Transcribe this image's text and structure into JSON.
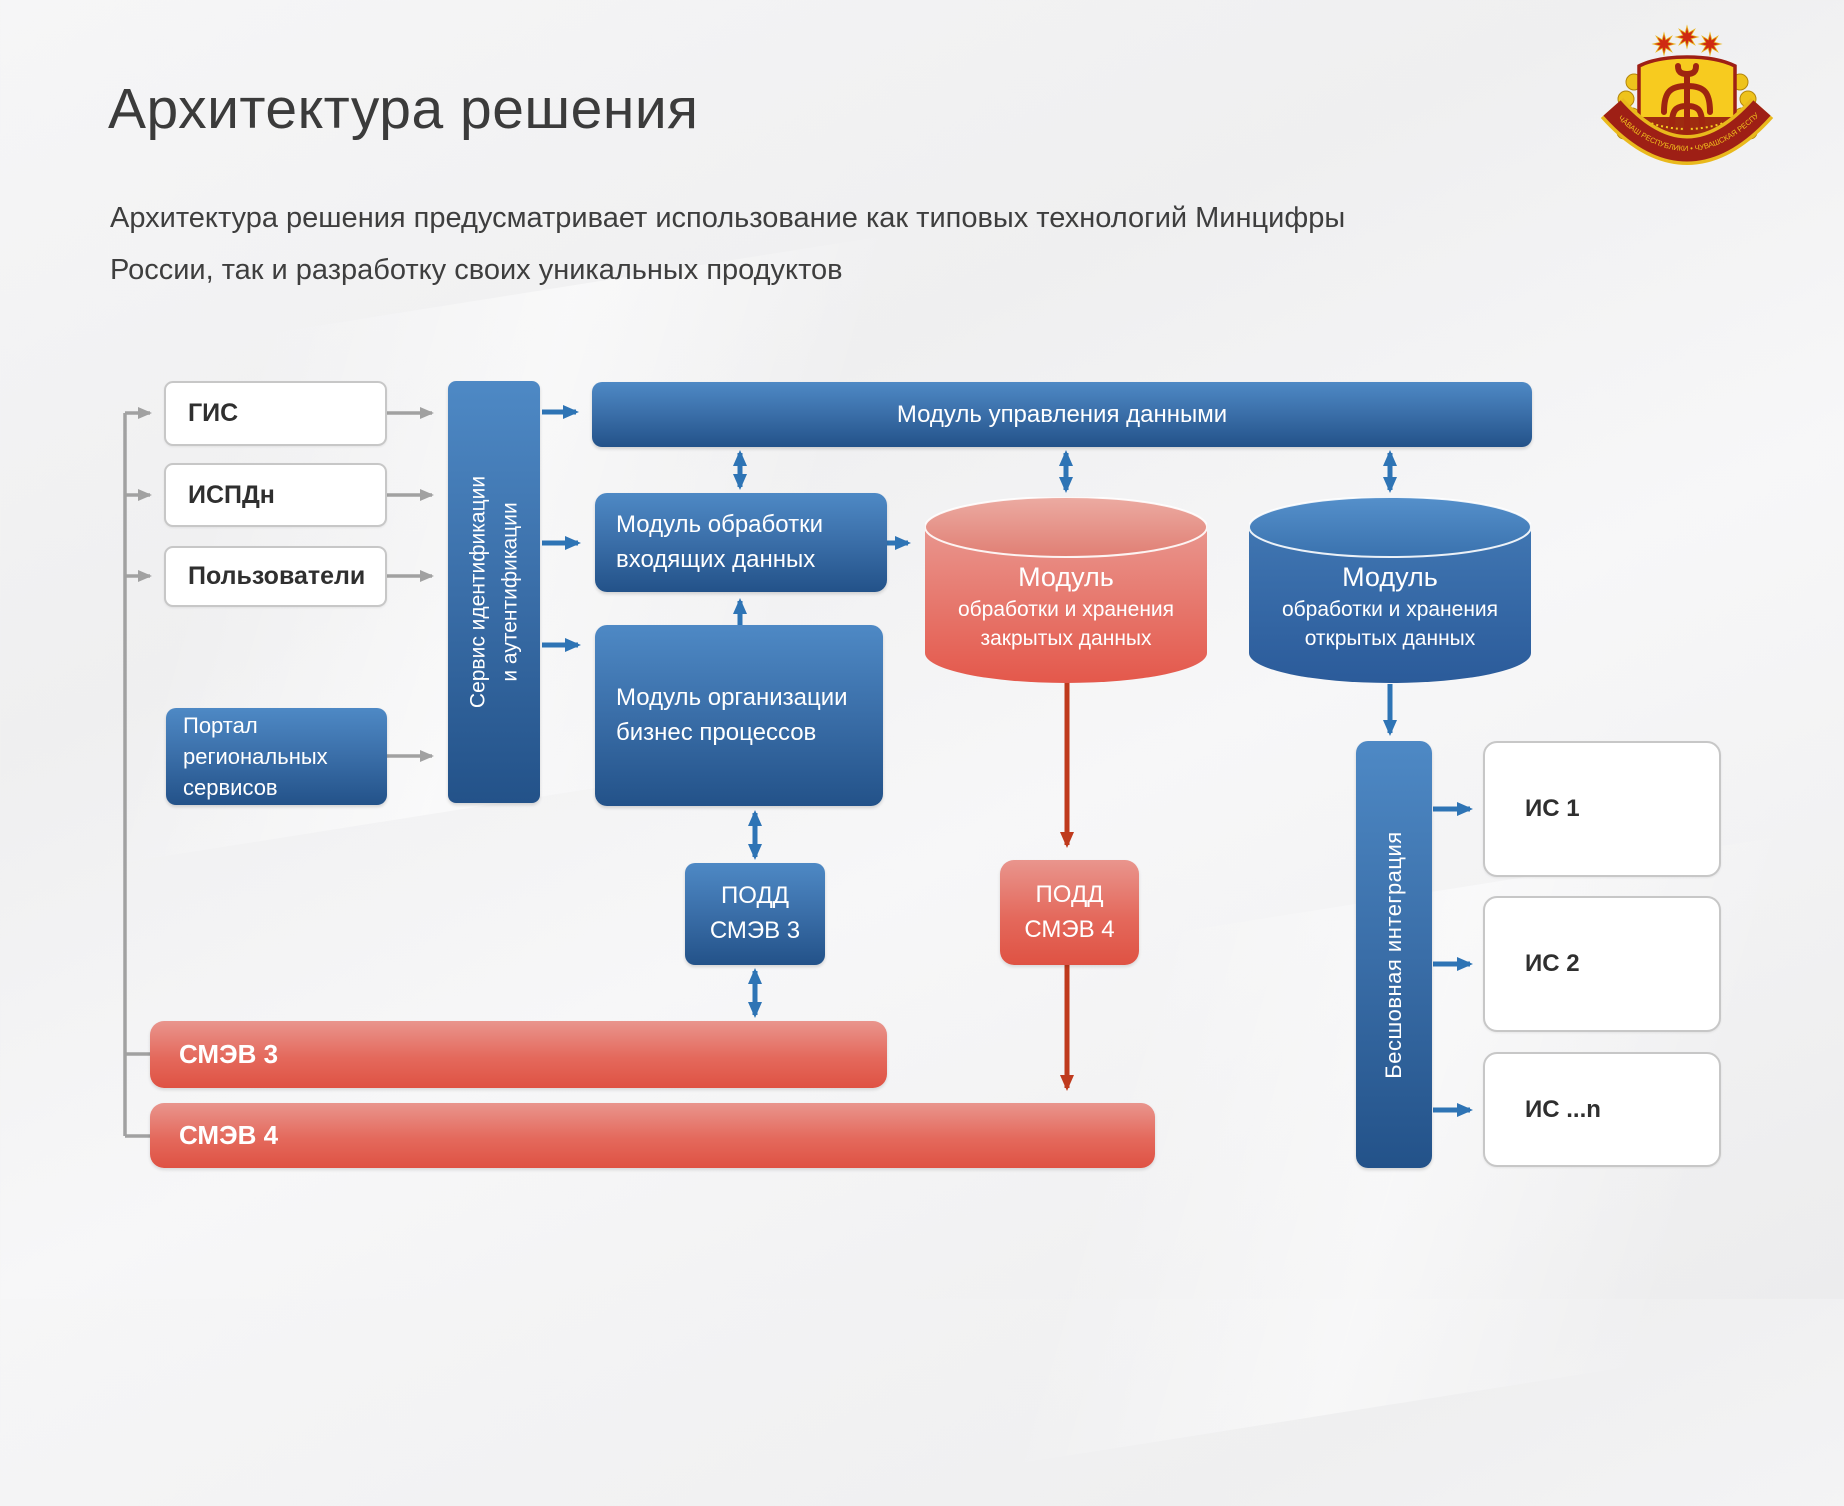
{
  "page": {
    "title": "Архитектура решения",
    "subtitle_line1": "Архитектура решения предусматривает использование как типовых технологий Минцифры",
    "subtitle_line2": "России, так и разработку своих уникальных продуктов"
  },
  "logo": {
    "ribbon_text": "ЧӐВАШ РЕСПУБЛИКИ • ЧУВАШСКАЯ РЕСПУБЛИКА"
  },
  "colors": {
    "blue_accent": "#2e74b5",
    "red_accent": "#bf3a1d",
    "gray_connector": "#a1a1a1",
    "blue_node_top": "#4e89c5",
    "blue_node_bottom": "#235289",
    "red_node_top": "#e9958d",
    "red_node_bottom": "#df5243"
  },
  "diagram": {
    "sources": [
      {
        "label": "ГИС"
      },
      {
        "label": "ИСПДн"
      },
      {
        "label": "Пользователи"
      }
    ],
    "portal": {
      "label": "Портал региональных сервисов"
    },
    "auth_service": {
      "line1": "Сервис идентификации",
      "line2": "и аутентификации"
    },
    "data_management": {
      "label": "Модуль управления данными"
    },
    "incoming_data": {
      "label": "Модуль обработки входящих данных"
    },
    "business_process": {
      "label": "Модуль организации бизнес процессов"
    },
    "closed_data_store": {
      "title": "Модуль",
      "subtitle": "обработки и хранения закрытых данных"
    },
    "open_data_store": {
      "title": "Модуль",
      "subtitle": "обработки и хранения открытых данных"
    },
    "podd_smev3": {
      "line1": "ПОДД",
      "line2": "СМЭВ 3"
    },
    "podd_smev4": {
      "line1": "ПОДД",
      "line2": "СМЭВ 4"
    },
    "smev3": {
      "label": "СМЭВ 3"
    },
    "smev4": {
      "label": "СМЭВ 4"
    },
    "seamless_integration": {
      "label": "Бесшовная интеграция"
    },
    "info_systems": [
      {
        "label": "ИС 1"
      },
      {
        "label": "ИС 2"
      },
      {
        "label": "ИС ...n"
      }
    ]
  }
}
